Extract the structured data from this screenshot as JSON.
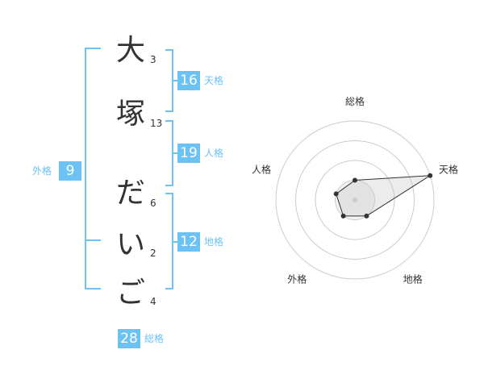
{
  "name": {
    "chars": [
      {
        "char": "大",
        "strokes": "3"
      },
      {
        "char": "塚",
        "strokes": "13"
      },
      {
        "char": "だ",
        "strokes": "6"
      },
      {
        "char": "い",
        "strokes": "2"
      },
      {
        "char": "ご",
        "strokes": "4"
      }
    ]
  },
  "fortune": {
    "tenkaku": {
      "value": "16",
      "label": "天格"
    },
    "jinkaku": {
      "value": "19",
      "label": "人格"
    },
    "chikaku": {
      "value": "12",
      "label": "地格"
    },
    "gaikaku": {
      "value": "9",
      "label": "外格"
    },
    "soukaku": {
      "value": "28",
      "label": "総格"
    }
  },
  "colors": {
    "accent": "#6cc3f3",
    "text": "#333333",
    "ring": "#cccccc"
  },
  "chart_data": {
    "type": "radar",
    "axes": [
      "総格",
      "天格",
      "地格",
      "外格",
      "人格"
    ],
    "levels": 4,
    "values": [
      1,
      4,
      1,
      1,
      1
    ],
    "max": 4
  }
}
